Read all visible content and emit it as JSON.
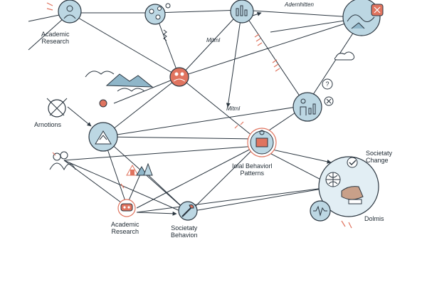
{
  "labels": {
    "academic_research_top": [
      "Academic",
      "Research"
    ],
    "annotation_top": "Adernhitten",
    "mid_small_1": "Mitml",
    "mid_small_2": "Mitml",
    "arnotions": "Arnotions",
    "social_behavior_patterns": [
      "Ioial Behaviorl",
      "Patterns"
    ],
    "societaty_change": [
      "Societaty",
      "Change"
    ],
    "academic_research_bottom": [
      "Academic",
      "Research"
    ],
    "societaty_behavior": [
      "Societaty",
      "Behavion"
    ],
    "dolmis": "Dolmis"
  },
  "colors": {
    "line": "#2b3640",
    "blue_fill": "#bcd7e3",
    "blue_dark": "#5e8fa8",
    "coral": "#e0745f",
    "coral_light": "#f3b6a8"
  },
  "icons": {
    "top_left": "person-globe-icon",
    "top_mid": "molecule-icon",
    "top_center": "chart-hand-icon",
    "top_right": "globe-badge-icon",
    "center": "people-handshake-icon",
    "right_mid": "analytics-person-icon",
    "left_mid": "mountain-network-icon",
    "social": "chart-person-icon",
    "earth": "earth-globe-icon",
    "wave": "waveform-icon",
    "academic_bottom": "mask-icon",
    "tools": "wrench-icon"
  }
}
